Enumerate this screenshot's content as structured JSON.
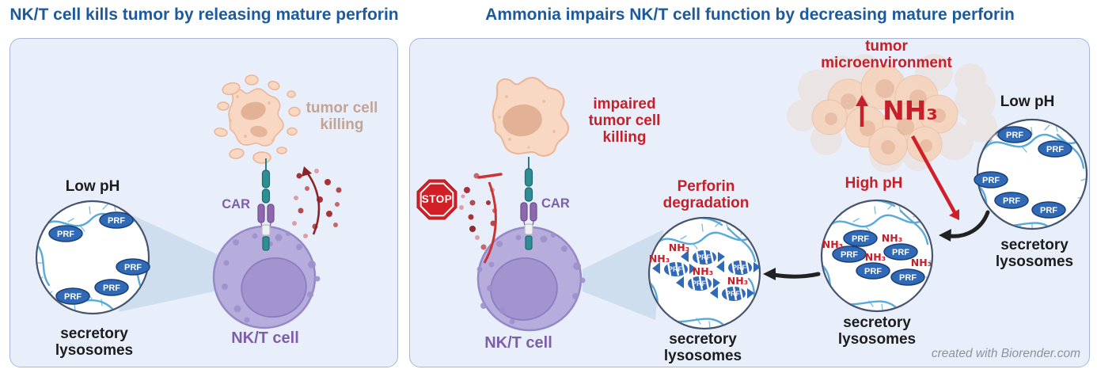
{
  "footer": "created with Biorender.com",
  "left_panel": {
    "title": "NK/T cell kills tumor by releasing mature perforin",
    "low_ph": "Low pH",
    "secretory_lysosomes": "secretory\nlysosomes",
    "nkt_cell": "NK/T cell",
    "car": "CAR",
    "tumor_cell_killing": "tumor cell\nkilling",
    "prf": "PRF"
  },
  "right_panel": {
    "title": "Ammonia impairs NK/T cell function by decreasing mature perforin",
    "impaired_killing": "impaired\ntumor cell\nkilling",
    "stop": "STOP",
    "car": "CAR",
    "nkt_cell": "NK/T cell",
    "perforin_degradation": "Perforin\ndegradation",
    "high_ph": "High pH",
    "low_ph": "Low pH",
    "tumor_microenvironment": "tumor\nmicroenvironment",
    "nh3": "NH₃",
    "secretory_lysosomes": "secretory\nlysosomes",
    "prf": "PRF"
  },
  "colors": {
    "panel_bg": "#e9effa",
    "panel_border": "#a9b6d3",
    "title_blue": "#1d5a9b",
    "alert_red": "#c5202a",
    "purple_label": "#7c5fa8",
    "tan_label": "#c2a496",
    "prf_blue": "#3069b5",
    "squiggle_blue": "#58aadb",
    "cell_purple": "#b7addc",
    "nucleus_purple": "#a295cf",
    "tumor_peach": "#f8d8c2",
    "teal_receptor": "#2f8e93",
    "car_purple": "#8d68ad",
    "stop_red": "#d21f26",
    "footer_gray": "#8d929b"
  }
}
